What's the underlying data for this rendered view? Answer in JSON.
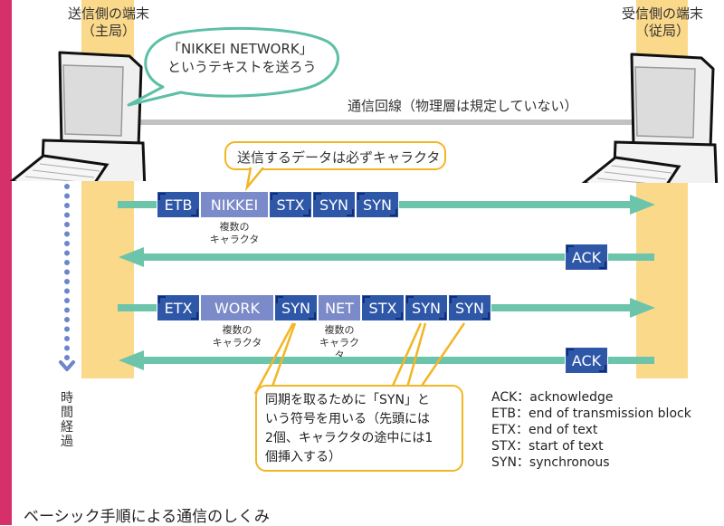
{
  "diagram": {
    "caption": "ベーシック手順による通信のしくみ",
    "sender": {
      "label_line1": "送信側の端末",
      "label_line2": "（主局）"
    },
    "receiver": {
      "label_line1": "受信側の端末",
      "label_line2": "（従局）"
    },
    "speech_bubble": {
      "line1": "「NIKKEI NETWORK」",
      "line2": "というテキストを送ろう"
    },
    "line_label": "通信回線（物理層は規定していない）",
    "data_callout": "送信するデータは必ずキャラクタ",
    "time_label": "時間経過",
    "transmissions": [
      {
        "direction": "send",
        "frames": [
          {
            "label": "ETB",
            "kind": "control"
          },
          {
            "label": "NIKKEI",
            "kind": "data",
            "note_line1": "複数の",
            "note_line2": "キャラクタ"
          },
          {
            "label": "STX",
            "kind": "control"
          },
          {
            "label": "SYN",
            "kind": "control"
          },
          {
            "label": "SYN",
            "kind": "control"
          }
        ]
      },
      {
        "direction": "reply",
        "frames": [
          {
            "label": "ACK",
            "kind": "control"
          }
        ]
      },
      {
        "direction": "send",
        "frames": [
          {
            "label": "ETX",
            "kind": "control"
          },
          {
            "label": "WORK",
            "kind": "data",
            "note_line1": "複数の",
            "note_line2": "キャラクタ"
          },
          {
            "label": "SYN",
            "kind": "control"
          },
          {
            "label": "NET",
            "kind": "data",
            "note_line1": "複数の",
            "note_line2": "キャラクタ"
          },
          {
            "label": "STX",
            "kind": "control"
          },
          {
            "label": "SYN",
            "kind": "control"
          },
          {
            "label": "SYN",
            "kind": "control"
          }
        ]
      },
      {
        "direction": "reply",
        "frames": [
          {
            "label": "ACK",
            "kind": "control"
          }
        ]
      }
    ],
    "syn_callout": {
      "line1": "同期を取るために「SYN」と",
      "line2": "いう符号を用いる（先頭には",
      "line3": "2個、キャラクタの途中には1",
      "line4": "個挿入する）"
    },
    "legend": [
      {
        "abbr": "ACK",
        "meaning": "acknowledge"
      },
      {
        "abbr": "ETB",
        "meaning": "end of transmission block"
      },
      {
        "abbr": "ETX",
        "meaning": "end of text"
      },
      {
        "abbr": "STX",
        "meaning": "start of text"
      },
      {
        "abbr": "SYN",
        "meaning": "synchronous"
      }
    ],
    "colors": {
      "accent_bar": "#d6306a",
      "terminal_band": "#fbd98a",
      "arrow": "#6cc4ab",
      "control_frame": "#2f57a8",
      "data_frame": "#7b8ac8",
      "callout_border": "#f2b624",
      "speech_border": "#5dbfa6",
      "time_arrow": "#6d86c9"
    }
  }
}
